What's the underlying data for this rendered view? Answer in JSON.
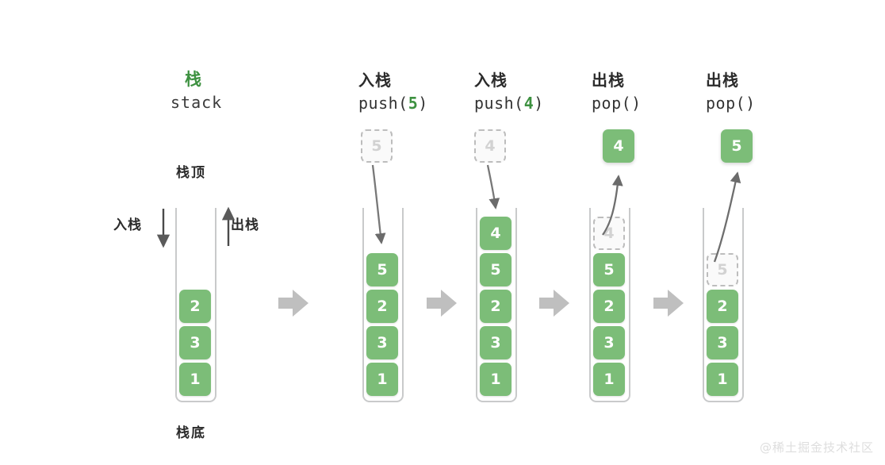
{
  "header": {
    "title_cn": "栈",
    "title_en": "stack",
    "accent_color": "#3d9140",
    "cell_color": "#7cbd78"
  },
  "labels": {
    "top": "栈顶",
    "bottom": "栈底",
    "push_side": "入栈",
    "pop_side": "出栈"
  },
  "columns": [
    {
      "id": "initial",
      "heading_cn": "",
      "heading_code": "",
      "floating": null,
      "ghost_top": null,
      "cells": [
        "2",
        "3",
        "1"
      ]
    },
    {
      "id": "push5",
      "heading_cn": "入栈",
      "heading_code_prefix": "push(",
      "heading_code_value": "5",
      "heading_code_suffix": ")",
      "floating": "5",
      "floating_style": "ghost",
      "ghost_top": null,
      "cells": [
        "5",
        "2",
        "3",
        "1"
      ]
    },
    {
      "id": "push4",
      "heading_cn": "入栈",
      "heading_code_prefix": "push(",
      "heading_code_value": "4",
      "heading_code_suffix": ")",
      "floating": "4",
      "floating_style": "ghost",
      "ghost_top": null,
      "cells": [
        "4",
        "5",
        "2",
        "3",
        "1"
      ]
    },
    {
      "id": "pop1",
      "heading_cn": "出栈",
      "heading_code_prefix": "pop(",
      "heading_code_value": "",
      "heading_code_suffix": ")",
      "floating": "4",
      "floating_style": "solid",
      "ghost_top": "4",
      "cells": [
        "5",
        "2",
        "3",
        "1"
      ]
    },
    {
      "id": "pop2",
      "heading_cn": "出栈",
      "heading_code_prefix": "pop(",
      "heading_code_value": "",
      "heading_code_suffix": ")",
      "floating": "5",
      "floating_style": "solid",
      "ghost_top": "5",
      "cells": [
        "2",
        "3",
        "1"
      ]
    }
  ],
  "watermark": "@稀土掘金技术社区"
}
